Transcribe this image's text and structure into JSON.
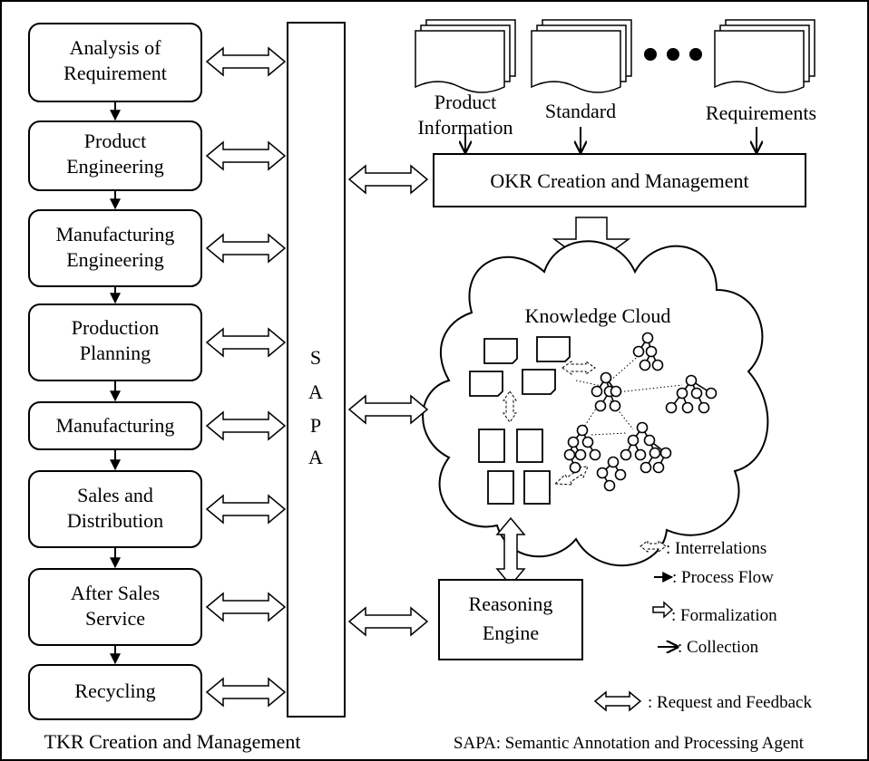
{
  "process_stages": [
    {
      "lines": [
        "Analysis of",
        "Requirement"
      ]
    },
    {
      "lines": [
        "Product",
        "Engineering"
      ]
    },
    {
      "lines": [
        "Manufacturing",
        "Engineering"
      ]
    },
    {
      "lines": [
        "Production",
        "Planning"
      ]
    },
    {
      "lines": [
        "Manufacturing"
      ]
    },
    {
      "lines": [
        "Sales and",
        "Distribution"
      ]
    },
    {
      "lines": [
        "After Sales",
        "Service"
      ]
    },
    {
      "lines": [
        "Recycling"
      ]
    }
  ],
  "sapa_letters": [
    "S",
    "A",
    "P",
    "A"
  ],
  "tkr_caption": "TKR Creation and Management",
  "sources": {
    "product_information": [
      "Product",
      "Information"
    ],
    "standard": "Standard",
    "requirements": "Requirements"
  },
  "okr_box": "OKR Creation and Management",
  "knowledge_cloud": "Knowledge Cloud",
  "reasoning_engine": [
    "Reasoning",
    "Engine"
  ],
  "legend": {
    "interrelations": ": Interrelations",
    "process_flow": ": Process Flow",
    "formalization": ": Formalization",
    "collection": ": Collection",
    "request_feedback": ": Request and Feedback"
  },
  "sapa_caption": "SAPA: Semantic Annotation and Processing Agent"
}
